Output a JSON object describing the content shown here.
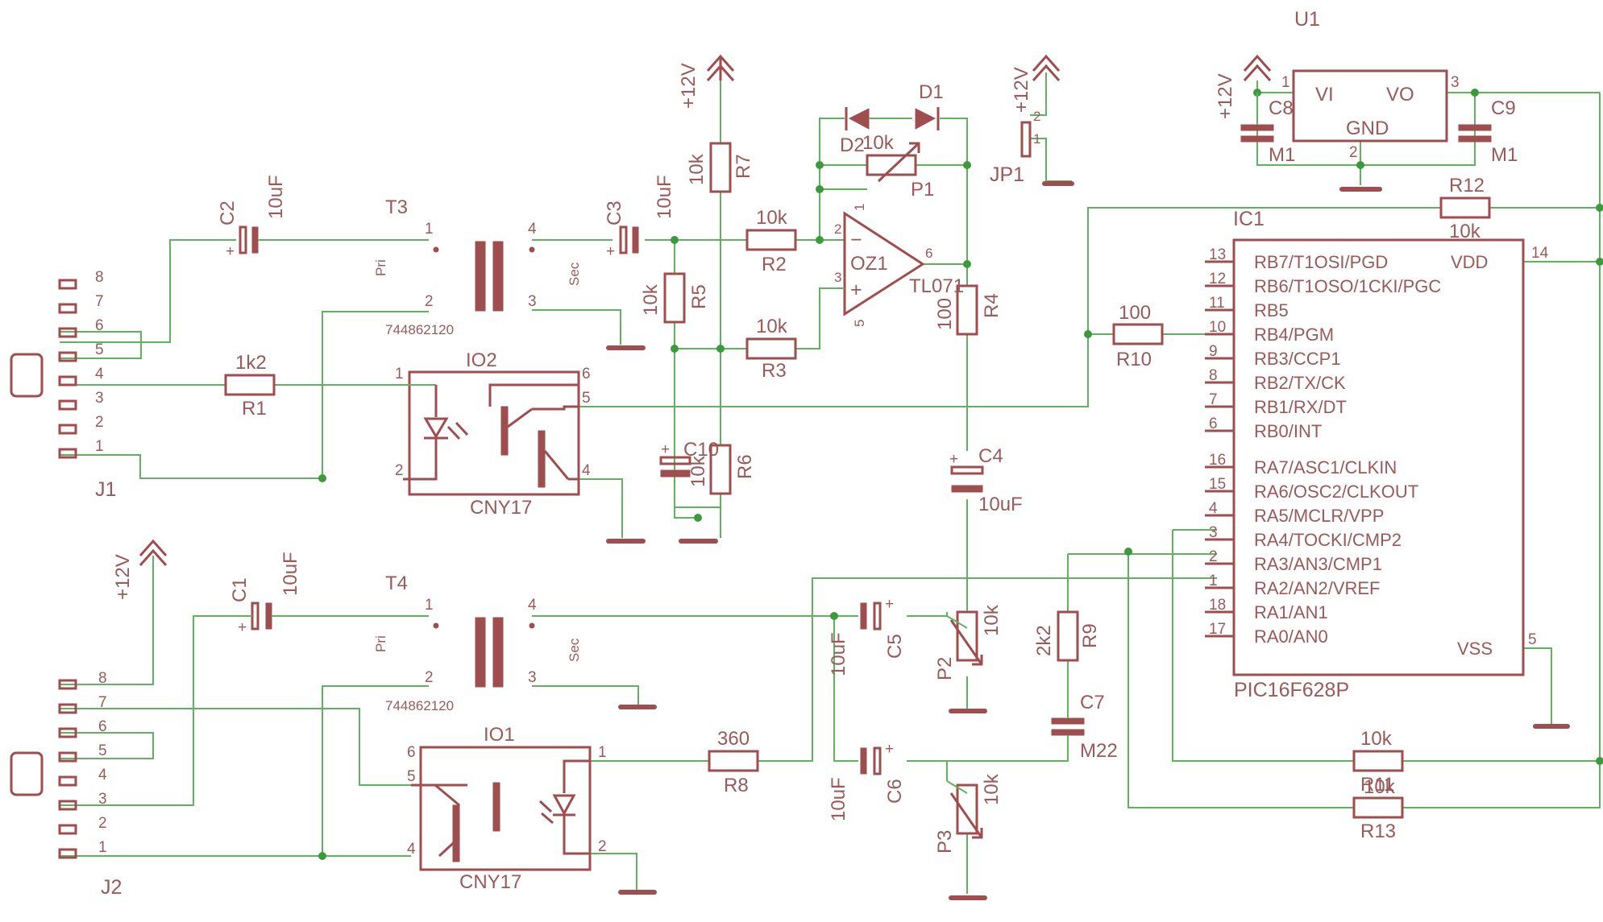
{
  "colors": {
    "wire": "#5fb35f",
    "symbol": "#9e4e4e",
    "text": "#9a5a5a",
    "junction": "#3c9a3c"
  },
  "supply": {
    "label": "+12V"
  },
  "connectors": {
    "j1": {
      "ref": "J1",
      "pins": [
        "8",
        "7",
        "6",
        "5",
        "4",
        "3",
        "2",
        "1"
      ]
    },
    "j2": {
      "ref": "J2",
      "pins": [
        "8",
        "7",
        "6",
        "5",
        "4",
        "3",
        "2",
        "1"
      ]
    },
    "jp1": {
      "ref": "JP1",
      "pins": [
        "2",
        "1"
      ]
    }
  },
  "transformers": {
    "t3": {
      "ref": "T3",
      "part": "744862120",
      "pri": "Pri",
      "sec": "Sec",
      "pins": [
        "1",
        "2",
        "4",
        "3"
      ]
    },
    "t4": {
      "ref": "T4",
      "part": "744862120",
      "pri": "Pri",
      "sec": "Sec",
      "pins": [
        "1",
        "2",
        "4",
        "3"
      ]
    }
  },
  "optos": {
    "io2": {
      "ref": "IO2",
      "part": "CNY17",
      "pins": [
        "1",
        "2",
        "6",
        "5",
        "4"
      ]
    },
    "io1": {
      "ref": "IO1",
      "part": "CNY17",
      "pins": [
        "6",
        "5",
        "4",
        "1",
        "2"
      ]
    }
  },
  "resistors": {
    "r1": {
      "ref": "R1",
      "value": "1k2"
    },
    "r2": {
      "ref": "R2",
      "value": "10k"
    },
    "r3": {
      "ref": "R3",
      "value": "10k"
    },
    "r4": {
      "ref": "R4",
      "value": "100"
    },
    "r5": {
      "ref": "R5",
      "value": "10k"
    },
    "r6": {
      "ref": "R6",
      "value": "10k"
    },
    "r7": {
      "ref": "R7",
      "value": "10k"
    },
    "r8": {
      "ref": "R8",
      "value": "360"
    },
    "r9": {
      "ref": "R9",
      "value": "2k2"
    },
    "r10": {
      "ref": "R10",
      "value": "100"
    },
    "r11": {
      "ref": "R11",
      "value": "10k"
    },
    "r12": {
      "ref": "R12",
      "value": "10k"
    },
    "r13": {
      "ref": "R13",
      "value": "10k"
    }
  },
  "capacitors": {
    "c1": {
      "ref": "C1",
      "value": "10uF"
    },
    "c2": {
      "ref": "C2",
      "value": "10uF"
    },
    "c3": {
      "ref": "C3",
      "value": "10uF"
    },
    "c4": {
      "ref": "C4",
      "value": "10uF"
    },
    "c5": {
      "ref": "C5",
      "value": "10uF"
    },
    "c6": {
      "ref": "C6",
      "value": "10uF"
    },
    "c7": {
      "ref": "C7",
      "value": "M22"
    },
    "c8": {
      "ref": "C8",
      "value": "M1"
    },
    "c9": {
      "ref": "C9",
      "value": "M1"
    },
    "c10": {
      "ref": "C10"
    }
  },
  "pots": {
    "p1": {
      "ref": "P1",
      "value": "10k"
    },
    "p2": {
      "ref": "P2",
      "value": "10k"
    },
    "p3": {
      "ref": "P3",
      "value": "10k"
    }
  },
  "diodes": {
    "d1": "D1",
    "d2": "D2"
  },
  "opamp": {
    "ref": "OZ1",
    "part": "TL071",
    "pins": [
      "2",
      "3",
      "6",
      "1",
      "5"
    ],
    "minus": "−",
    "plus": "+"
  },
  "regulator": {
    "ref": "U1",
    "vi": "VI",
    "vo": "VO",
    "gnd": "GND",
    "pins": [
      "1",
      "3",
      "2"
    ]
  },
  "mcu": {
    "ref": "IC1",
    "part": "PIC16F628P",
    "left_pins": [
      {
        "num": "13",
        "name": "RB7/T1OSI/PGD"
      },
      {
        "num": "12",
        "name": "RB6/T1OSO/1CKI/PGC"
      },
      {
        "num": "11",
        "name": "RB5"
      },
      {
        "num": "10",
        "name": "RB4/PGM"
      },
      {
        "num": "9",
        "name": "RB3/CCP1"
      },
      {
        "num": "8",
        "name": "RB2/TX/CK"
      },
      {
        "num": "7",
        "name": "RB1/RX/DT"
      },
      {
        "num": "6",
        "name": "RB0/INT"
      },
      {
        "num": "16",
        "name": "RA7/ASC1/CLKIN"
      },
      {
        "num": "15",
        "name": "RA6/OSC2/CLKOUT"
      },
      {
        "num": "4",
        "name": "RA5/MCLR/VPP"
      },
      {
        "num": "3",
        "name": "RA4/TOCKI/CMP2"
      },
      {
        "num": "2",
        "name": "RA3/AN3/CMP1"
      },
      {
        "num": "1",
        "name": "RA2/AN2/VREF"
      },
      {
        "num": "18",
        "name": "RA1/AN1"
      },
      {
        "num": "17",
        "name": "RA0/AN0"
      }
    ],
    "vdd": {
      "num": "14",
      "name": "VDD"
    },
    "vss": {
      "num": "5",
      "name": "VSS"
    }
  }
}
